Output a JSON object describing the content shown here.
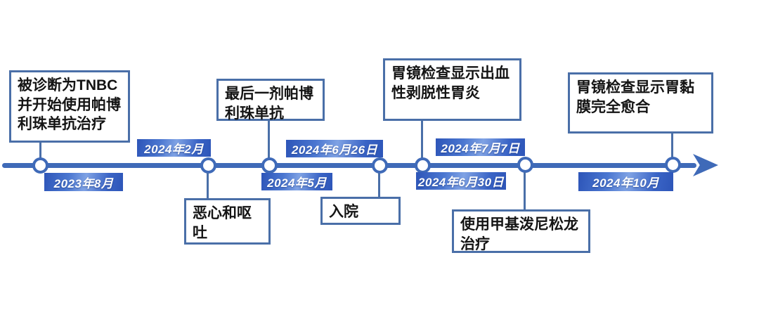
{
  "diagram": {
    "type": "timeline",
    "orientation": "horizontal",
    "events": [
      {
        "date": "2023年8月",
        "date_position": "below",
        "description": "被诊断为TNBC\n并开始使用帕博\n利珠单抗治疗",
        "description_position": "above"
      },
      {
        "date": "2024年2月",
        "date_position": "above",
        "description": "恶心和呕吐",
        "description_position": "below"
      },
      {
        "date": "2024年5月",
        "date_position": "below",
        "description": "最后一剂帕博\n利珠单抗",
        "description_position": "above"
      },
      {
        "date": "2024年6月26日",
        "date_position": "above",
        "description": "入院",
        "description_position": "below"
      },
      {
        "date": "2024年6月30日",
        "date_position": "below",
        "description": "胃镜检查显示出血\n性剥脱性胃炎",
        "description_position": "above"
      },
      {
        "date": "2024年7月7日",
        "date_position": "above",
        "description": "使用甲基泼尼松龙\n治疗",
        "description_position": "below"
      },
      {
        "date": "2024年10月",
        "date_position": "below",
        "description": "胃镜检查显示胃黏\n膜完全愈合",
        "description_position": "above"
      }
    ]
  },
  "colors": {
    "axis_blue": "#3f6ab8",
    "badge_blue": "#3a62c6",
    "box_border_blue": "#4a6fa8",
    "box_text": "#141414",
    "badge_text": "#ffffff",
    "background": "#ffffff"
  }
}
